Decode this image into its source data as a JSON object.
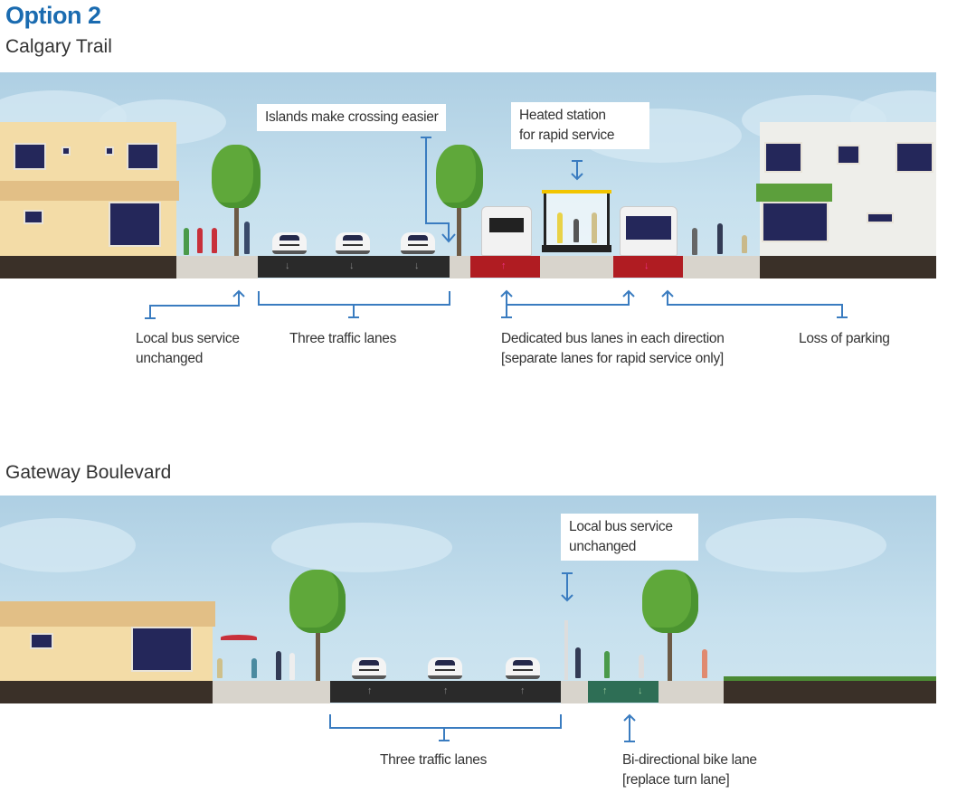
{
  "heading": "Option 2",
  "option1": {
    "title": "Calgary Trail",
    "callouts": {
      "islands": "Islands make crossing easier",
      "station_line1": "Heated station",
      "station_line2": "for rapid service"
    },
    "labels": {
      "local_bus_line1": "Local bus service",
      "local_bus_line2": "unchanged",
      "traffic": "Three traffic lanes",
      "bus_lanes_line1": "Dedicated bus lanes in each direction",
      "bus_lanes_line2": "[separate lanes for rapid service only]",
      "parking": "Loss of parking"
    }
  },
  "option2": {
    "title": "Gateway Boulevard",
    "callouts": {
      "local_bus_line1": "Local bus service",
      "local_bus_line2": "unchanged"
    },
    "labels": {
      "traffic": "Three traffic lanes",
      "bike_line1": "Bi-directional bike lane",
      "bike_line2": "[replace turn lane]"
    }
  },
  "colors": {
    "title_blue": "#1a6bb0",
    "annotation_blue": "#3a7cc0",
    "bus_lane_red": "#b01c22",
    "bike_lane_green": "#2e6e55",
    "road": "#2a2a2a"
  }
}
